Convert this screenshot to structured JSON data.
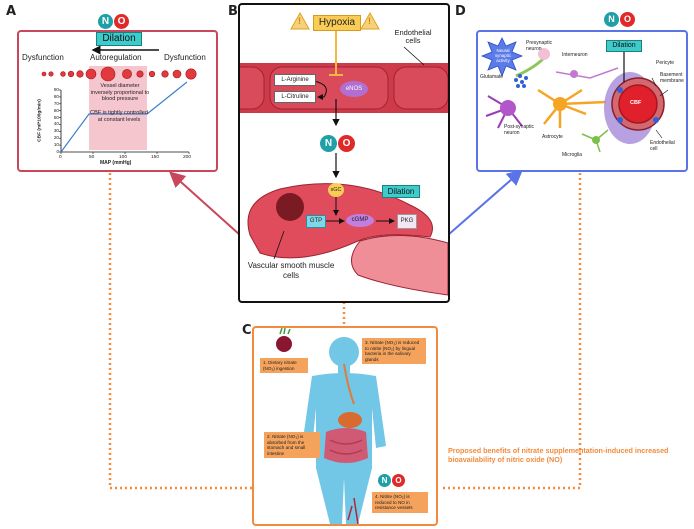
{
  "panels": {
    "a": "A",
    "b": "B",
    "c": "C",
    "d": "D"
  },
  "no": {
    "n": "N",
    "o": "O"
  },
  "panel_a": {
    "dilation": "Dilation",
    "dysfunction_left": "Dysfunction",
    "autoregulation": "Autoregulation",
    "dysfunction_right": "Dysfunction",
    "note1": "Vessel diameter inversely proportional to blood pressure",
    "note2": "CBF is tightly controlled at constant levels",
    "ylabel": "CBF (ml*100g/min)",
    "xlabel": "MAP (mmHg)",
    "yticks": [
      "0",
      "10",
      "20",
      "30",
      "40",
      "50",
      "60",
      "70",
      "80",
      "90"
    ],
    "xticks": [
      "0",
      "50",
      "100",
      "150",
      "200"
    ]
  },
  "panel_b": {
    "hypoxia": "Hypoxia",
    "endothelial": "Endothelial cells",
    "l_arginine": "L-Arginine",
    "l_citruline": "L-Citruline",
    "enos": "eNOS",
    "sgc": "sGC",
    "dilation": "Dilation",
    "gtp": "GTP",
    "cgmp": "cGMP",
    "pkg": "PKG",
    "vsmc": "Vascular smooth muscle cells"
  },
  "panel_c": {
    "step1": "1. Dietary nitrate (NO₃) ingestion",
    "step2": "2. Nitrate (NO₃) is absorbed from the stomach and small intestine",
    "step3": "3. Nitrate (NO₃) is reduced to nitrite (NO₂) by lingual bacteria in the salivary glands",
    "step4": "4. Nitrite (NO₂) is reduced to NO in resistance vessels",
    "benefits": "Proposed benefits of nitrate supplementation-induced increased bioavailability of nitric oxide (NO)"
  },
  "panel_d": {
    "neural": "Neural synaptic activity",
    "presynaptic": "Presynaptic neuron",
    "interneuron": "Interneuron",
    "dilation": "Dilation",
    "glutamate": "Glutamate",
    "pericyte": "Pericyte",
    "basement": "Basement membrane",
    "postsynaptic": "Post-synaptic neuron",
    "cbf": "CBF",
    "astrocyte": "Astrocyte",
    "microglia": "Microglia",
    "endothelial": "Endothelial cell"
  },
  "colors": {
    "panel_a_border": "#c9475a",
    "panel_b_border": "#111111",
    "panel_c_border": "#f28b3c",
    "panel_d_border": "#5a73e6",
    "teal": "#3ecbcb",
    "orange": "#f28b3c",
    "red": "#d9363e"
  }
}
